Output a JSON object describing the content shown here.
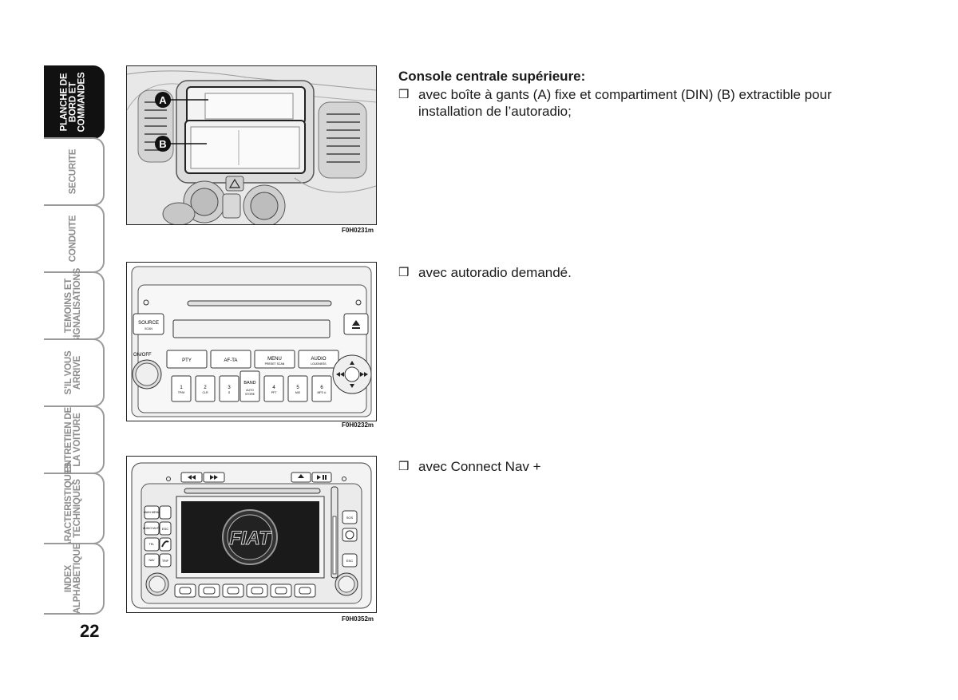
{
  "tabs": [
    {
      "label": "PLANCHE DE\nBORD ET\nCOMMANDES",
      "active": true
    },
    {
      "label": "SECURITE",
      "active": false
    },
    {
      "label": "CONDUITE",
      "active": false
    },
    {
      "label": "TEMOINS ET\nSIGNALISATIONS",
      "active": false
    },
    {
      "label": "S’IL VOUS\nARRIVE",
      "active": false
    },
    {
      "label": "ENTRETIEN DE\nLA VOITURE",
      "active": false
    },
    {
      "label": "CARACTERISTIQUES\nTECHNIQUES",
      "active": false
    },
    {
      "label": "INDEX\nALPHABETIQUE",
      "active": false
    }
  ],
  "page_number": "22",
  "figures": [
    {
      "code": "F0H0231m",
      "labels": {
        "a": "A",
        "b": "B"
      }
    },
    {
      "code": "F0H0232m",
      "radio": {
        "source": "SOURCE",
        "source_sub": "SCAN",
        "onoff": "ON/OFF",
        "buttons_top": [
          "PTY",
          "AF-TA",
          "MENU",
          "AUDIO"
        ],
        "buttons_top_sub": [
          "",
          "",
          "PRESET SCAN",
          "LOUDNESS"
        ],
        "presets": [
          "1",
          "2",
          "3",
          "4",
          "5",
          "6"
        ],
        "presets_sub": [
          "TP/M",
          "CLR",
          "S",
          "PFT",
          "MIX",
          "MP3 ⊙"
        ],
        "band": "BAND",
        "band_sub1": "AUTO",
        "band_sub2": "STORE"
      }
    },
    {
      "code": "F0H0352m",
      "nav": {
        "logo": "FIAT",
        "left_keys": [
          "MAIN MENU",
          "AUDIO MUTE",
          "TEL",
          "NAV"
        ],
        "left_icons": [
          "",
          "ESC",
          "",
          "TRIP"
        ],
        "right_keys": [
          "SOS",
          "",
          "ESC"
        ]
      }
    }
  ],
  "content": {
    "heading": "Console centrale supérieure:",
    "bullet_mark": "❒",
    "bullet1": "avec boîte à gants (A) fixe et compartiment (DIN) (B) extractible pour installation de l’autoradio;",
    "bullet2": "avec autoradio demandé.",
    "bullet3": "avec Connect Nav +"
  }
}
